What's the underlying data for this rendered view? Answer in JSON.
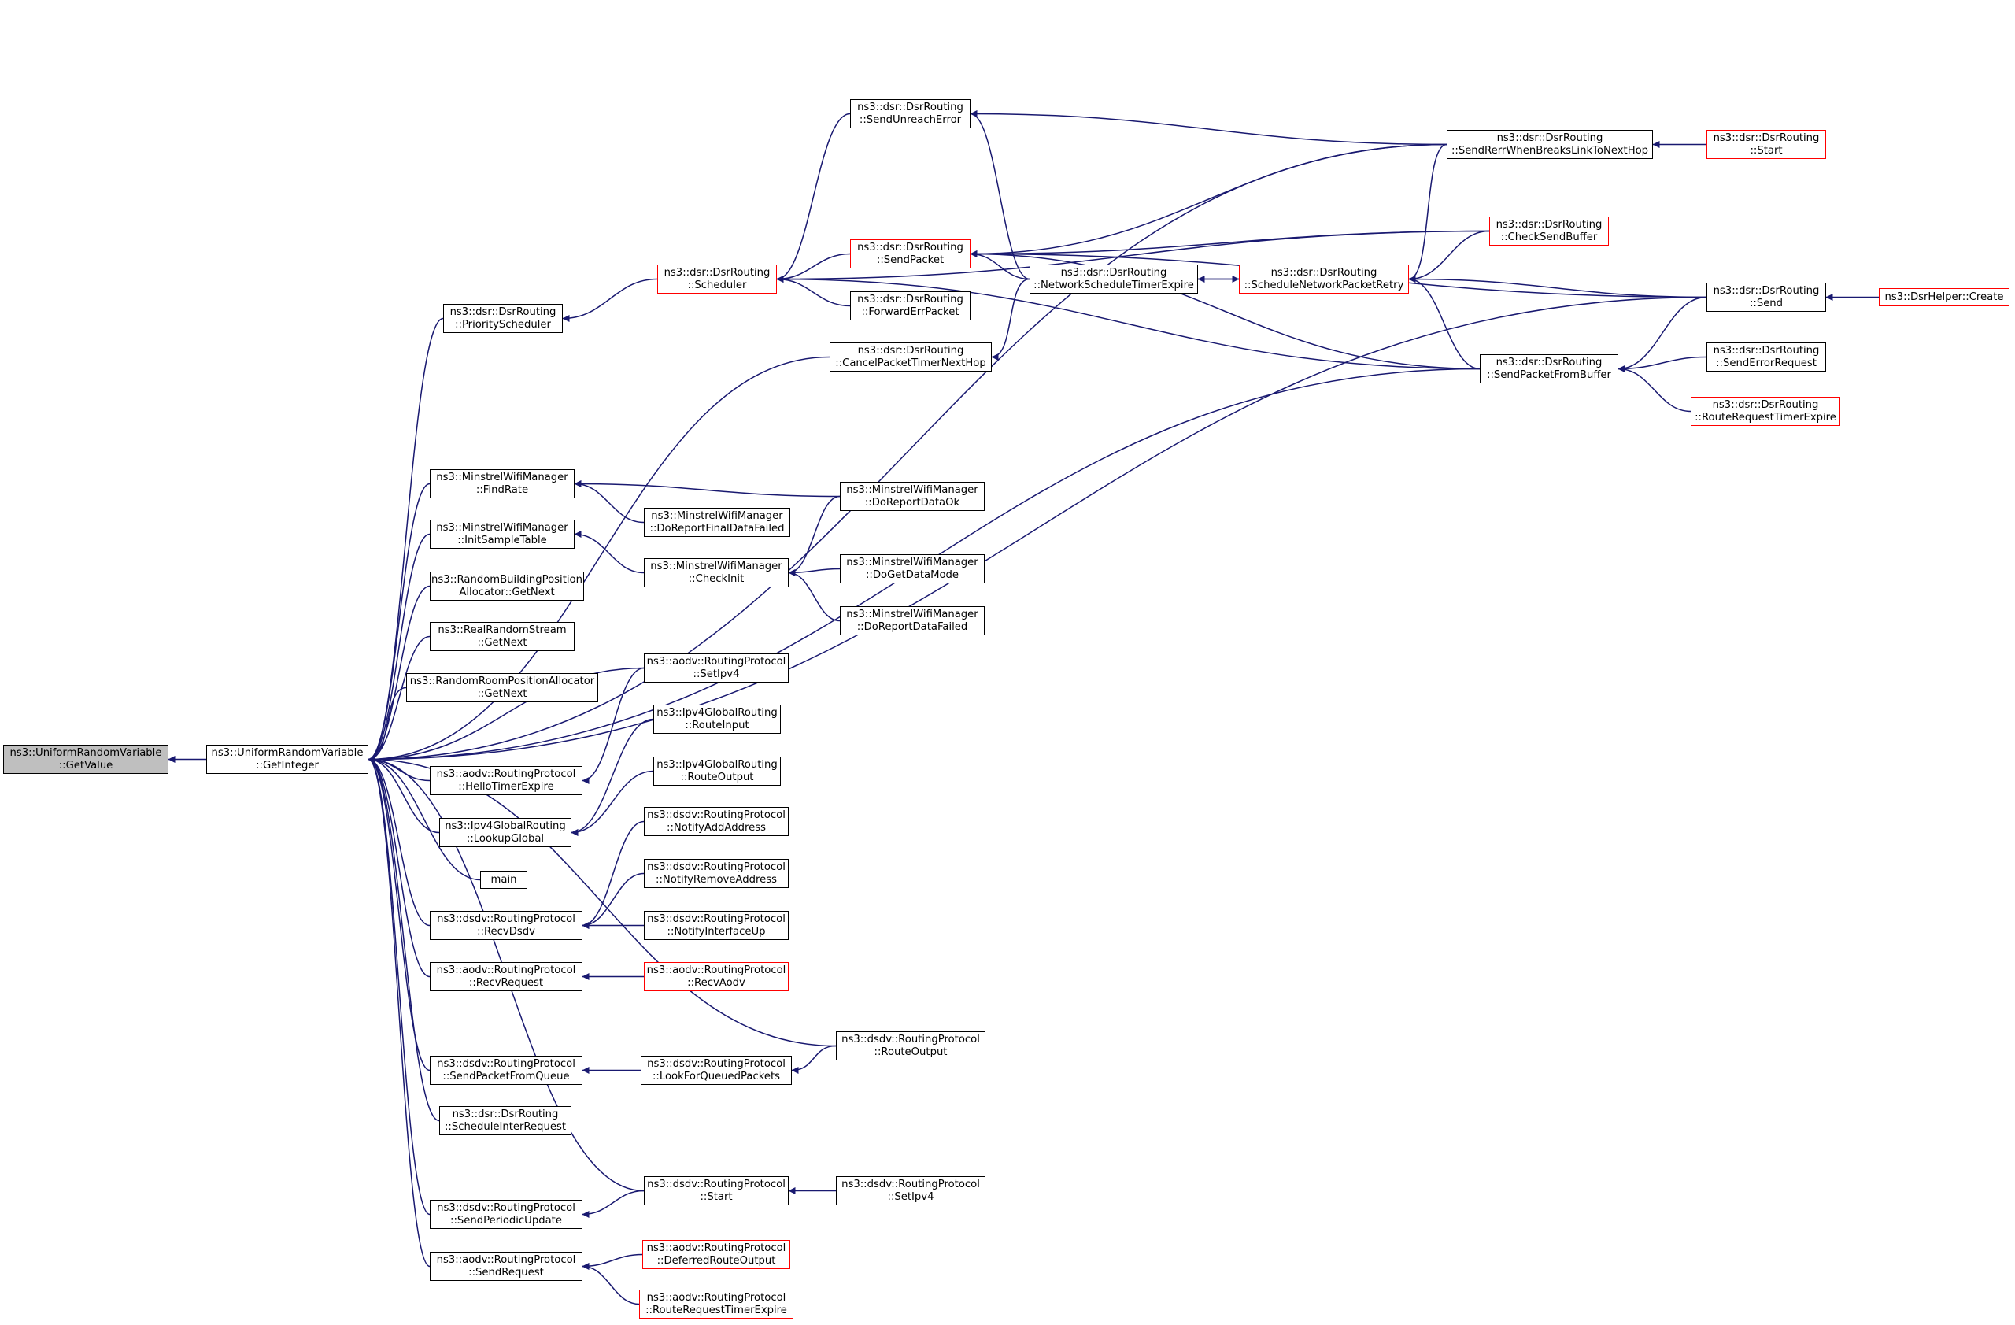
{
  "colors": {
    "edge": "#191970",
    "normal_border": "#000000",
    "truncated_border": "#ff0000",
    "root_fill": "#bfbfbf"
  },
  "nodes": {
    "n_getvalue": {
      "l1": "ns3::UniformRandomVariable",
      "l2": "::GetValue"
    },
    "n_getinteger": {
      "l1": "ns3::UniformRandomVariable",
      "l2": "::GetInteger"
    },
    "n_priosched": {
      "l1": "ns3::dsr::DsrRouting",
      "l2": "::PriorityScheduler"
    },
    "n_scheduler": {
      "l1": "ns3::dsr::DsrRouting",
      "l2": "::Scheduler"
    },
    "n_sendunreach": {
      "l1": "ns3::dsr::DsrRouting",
      "l2": "::SendUnreachError"
    },
    "n_sendpacket": {
      "l1": "ns3::dsr::DsrRouting",
      "l2": "::SendPacket"
    },
    "n_fwderr": {
      "l1": "ns3::dsr::DsrRouting",
      "l2": "::ForwardErrPacket"
    },
    "n_cancelpkt": {
      "l1": "ns3::dsr::DsrRouting",
      "l2": "::CancelPacketTimerNextHop"
    },
    "n_netsched": {
      "l1": "ns3::dsr::DsrRouting",
      "l2": "::NetworkScheduleTimerExpire"
    },
    "n_schednetretry": {
      "l1": "ns3::dsr::DsrRouting",
      "l2": "::ScheduleNetworkPacketRetry"
    },
    "n_senderrbreak": {
      "l1": "ns3::dsr::DsrRouting",
      "l2": "::SendRerrWhenBreaksLinkToNextHop"
    },
    "n_checksend": {
      "l1": "ns3::dsr::DsrRouting",
      "l2": "::CheckSendBuffer"
    },
    "n_dsrstart": {
      "l1": "ns3::dsr::DsrRouting",
      "l2": "::Start"
    },
    "n_dsrsend": {
      "l1": "ns3::dsr::DsrRouting",
      "l2": "::Send"
    },
    "n_helpercreate": {
      "l1": "ns3::DsrHelper::Create",
      "l2": ""
    },
    "n_sendfrombuf": {
      "l1": "ns3::dsr::DsrRouting",
      "l2": "::SendPacketFromBuffer"
    },
    "n_senderrreq": {
      "l1": "ns3::dsr::DsrRouting",
      "l2": "::SendErrorRequest"
    },
    "n_dsrrreqexp": {
      "l1": "ns3::dsr::DsrRouting",
      "l2": "::RouteRequestTimerExpire"
    },
    "n_findrate": {
      "l1": "ns3::MinstrelWifiManager",
      "l2": "::FindRate"
    },
    "n_initsample": {
      "l1": "ns3::MinstrelWifiManager",
      "l2": "::InitSampleTable"
    },
    "n_reportfinal": {
      "l1": "ns3::MinstrelWifiManager",
      "l2": "::DoReportFinalDataFailed"
    },
    "n_reportok": {
      "l1": "ns3::MinstrelWifiManager",
      "l2": "::DoReportDataOk"
    },
    "n_checkinit": {
      "l1": "ns3::MinstrelWifiManager",
      "l2": "::CheckInit"
    },
    "n_getdatamode": {
      "l1": "ns3::MinstrelWifiManager",
      "l2": "::DoGetDataMode"
    },
    "n_reportfailed": {
      "l1": "ns3::MinstrelWifiManager",
      "l2": "::DoReportDataFailed"
    },
    "n_rbpa": {
      "l1": "ns3::RandomBuildingPosition",
      "l2": "Allocator::GetNext"
    },
    "n_realrs": {
      "l1": "ns3::RealRandomStream",
      "l2": "::GetNext"
    },
    "n_rrpa": {
      "l1": "ns3::RandomRoomPositionAllocator",
      "l2": "::GetNext"
    },
    "n_aodvsetipv4": {
      "l1": "ns3::aodv::RoutingProtocol",
      "l2": "::SetIpv4"
    },
    "n_hellotimer": {
      "l1": "ns3::aodv::RoutingProtocol",
      "l2": "::HelloTimerExpire"
    },
    "n_routeinput": {
      "l1": "ns3::Ipv4GlobalRouting",
      "l2": "::RouteInput"
    },
    "n_routeoutput": {
      "l1": "ns3::Ipv4GlobalRouting",
      "l2": "::RouteOutput"
    },
    "n_lookupglobal": {
      "l1": "ns3::Ipv4GlobalRouting",
      "l2": "::LookupGlobal"
    },
    "n_notifyadd": {
      "l1": "ns3::dsdv::RoutingProtocol",
      "l2": "::NotifyAddAddress"
    },
    "n_notifyremove": {
      "l1": "ns3::dsdv::RoutingProtocol",
      "l2": "::NotifyRemoveAddress"
    },
    "n_main": {
      "l1": "main",
      "l2": ""
    },
    "n_recvdsdv": {
      "l1": "ns3::dsdv::RoutingProtocol",
      "l2": "::RecvDsdv"
    },
    "n_notifyup": {
      "l1": "ns3::dsdv::RoutingProtocol",
      "l2": "::NotifyInterfaceUp"
    },
    "n_recvrequest": {
      "l1": "ns3::aodv::RoutingProtocol",
      "l2": "::RecvRequest"
    },
    "n_recvaodv": {
      "l1": "ns3::aodv::RoutingProtocol",
      "l2": "::RecvAodv"
    },
    "n_dsdvrouteout": {
      "l1": "ns3::dsdv::RoutingProtocol",
      "l2": "::RouteOutput"
    },
    "n_sendfromqueue": {
      "l1": "ns3::dsdv::RoutingProtocol",
      "l2": "::SendPacketFromQueue"
    },
    "n_lookforqueued": {
      "l1": "ns3::dsdv::RoutingProtocol",
      "l2": "::LookForQueuedPackets"
    },
    "n_schedinterreq": {
      "l1": "ns3::dsr::DsrRouting",
      "l2": "::ScheduleInterRequest"
    },
    "n_dsdvstart": {
      "l1": "ns3::dsdv::RoutingProtocol",
      "l2": "::Start"
    },
    "n_dsdvsetipv4": {
      "l1": "ns3::dsdv::RoutingProtocol",
      "l2": "::SetIpv4"
    },
    "n_sendperiodic": {
      "l1": "ns3::dsdv::RoutingProtocol",
      "l2": "::SendPeriodicUpdate"
    },
    "n_sendrequest": {
      "l1": "ns3::aodv::RoutingProtocol",
      "l2": "::SendRequest"
    },
    "n_deferred": {
      "l1": "ns3::aodv::RoutingProtocol",
      "l2": "::DeferredRouteOutput"
    },
    "n_aodvrreqexp": {
      "l1": "ns3::aodv::RoutingProtocol",
      "l2": "::RouteRequestTimerExpire"
    }
  },
  "truncated": [
    "n_scheduler",
    "n_sendpacket",
    "n_schednetretry",
    "n_dsrstart",
    "n_checksend",
    "n_helpercreate",
    "n_dsrrreqexp",
    "n_recvaodv",
    "n_deferred",
    "n_aodvrreqexp"
  ],
  "edges": [
    [
      "n_getinteger",
      "n_getvalue"
    ],
    [
      "n_priosched",
      "n_getinteger"
    ],
    [
      "n_scheduler",
      "n_priosched"
    ],
    [
      "n_sendunreach",
      "n_scheduler"
    ],
    [
      "n_sendpacket",
      "n_scheduler"
    ],
    [
      "n_fwderr",
      "n_scheduler"
    ],
    [
      "n_checksend",
      "n_scheduler"
    ],
    [
      "n_sendfrombuf",
      "n_scheduler"
    ],
    [
      "n_cancelpkt",
      "n_getinteger"
    ],
    [
      "n_netsched",
      "n_cancelpkt"
    ],
    [
      "n_netsched",
      "n_sendunreach"
    ],
    [
      "n_senderrbreak",
      "n_sendunreach"
    ],
    [
      "n_senderrbreak",
      "n_sendpacket"
    ],
    [
      "n_netsched",
      "n_sendpacket"
    ],
    [
      "n_checksend",
      "n_sendpacket"
    ],
    [
      "n_dsrsend",
      "n_sendpacket"
    ],
    [
      "n_sendfrombuf",
      "n_sendpacket"
    ],
    [
      "n_schednetretry",
      "n_netsched"
    ],
    [
      "n_netsched",
      "n_schednetretry"
    ],
    [
      "n_senderrbreak",
      "n_schednetretry"
    ],
    [
      "n_checksend",
      "n_schednetretry"
    ],
    [
      "n_dsrsend",
      "n_schednetretry"
    ],
    [
      "n_sendfrombuf",
      "n_schednetretry"
    ],
    [
      "n_dsrstart",
      "n_senderrbreak"
    ],
    [
      "n_senderrbreak",
      "n_getinteger"
    ],
    [
      "n_dsrsend",
      "n_getinteger"
    ],
    [
      "n_sendfrombuf",
      "n_getinteger"
    ],
    [
      "n_helpercreate",
      "n_dsrsend"
    ],
    [
      "n_dsrsend",
      "n_sendfrombuf"
    ],
    [
      "n_senderrreq",
      "n_sendfrombuf"
    ],
    [
      "n_dsrrreqexp",
      "n_sendfrombuf"
    ],
    [
      "n_findrate",
      "n_getinteger"
    ],
    [
      "n_reportok",
      "n_findrate"
    ],
    [
      "n_reportfinal",
      "n_findrate"
    ],
    [
      "n_initsample",
      "n_getinteger"
    ],
    [
      "n_checkinit",
      "n_initsample"
    ],
    [
      "n_reportok",
      "n_checkinit"
    ],
    [
      "n_getdatamode",
      "n_checkinit"
    ],
    [
      "n_reportfailed",
      "n_checkinit"
    ],
    [
      "n_rbpa",
      "n_getinteger"
    ],
    [
      "n_realrs",
      "n_getinteger"
    ],
    [
      "n_rrpa",
      "n_getinteger"
    ],
    [
      "n_aodvsetipv4",
      "n_getinteger"
    ],
    [
      "n_hellotimer",
      "n_getinteger"
    ],
    [
      "n_aodvsetipv4",
      "n_hellotimer"
    ],
    [
      "n_lookupglobal",
      "n_getinteger"
    ],
    [
      "n_routeinput",
      "n_lookupglobal"
    ],
    [
      "n_routeoutput",
      "n_lookupglobal"
    ],
    [
      "n_main",
      "n_getinteger"
    ],
    [
      "n_recvdsdv",
      "n_getinteger"
    ],
    [
      "n_notifyadd",
      "n_recvdsdv"
    ],
    [
      "n_notifyremove",
      "n_recvdsdv"
    ],
    [
      "n_notifyup",
      "n_recvdsdv"
    ],
    [
      "n_recvrequest",
      "n_getinteger"
    ],
    [
      "n_recvaodv",
      "n_recvrequest"
    ],
    [
      "n_dsdvrouteout",
      "n_getinteger"
    ],
    [
      "n_sendfromqueue",
      "n_getinteger"
    ],
    [
      "n_lookforqueued",
      "n_sendfromqueue"
    ],
    [
      "n_dsdvrouteout",
      "n_lookforqueued"
    ],
    [
      "n_schedinterreq",
      "n_getinteger"
    ],
    [
      "n_dsdvstart",
      "n_getinteger"
    ],
    [
      "n_sendperiodic",
      "n_getinteger"
    ],
    [
      "n_dsdvstart",
      "n_sendperiodic"
    ],
    [
      "n_dsdvsetipv4",
      "n_dsdvstart"
    ],
    [
      "n_sendrequest",
      "n_getinteger"
    ],
    [
      "n_deferred",
      "n_sendrequest"
    ],
    [
      "n_aodvrreqexp",
      "n_sendrequest"
    ]
  ]
}
